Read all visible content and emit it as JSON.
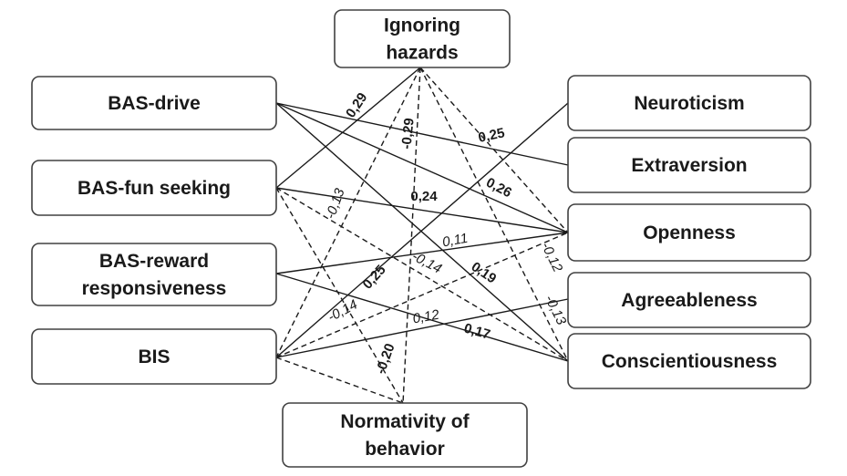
{
  "nodes": {
    "ignoring_hazards": [
      "Ignoring",
      "hazards"
    ],
    "bas_drive": [
      "BAS-drive"
    ],
    "bas_fun_seeking": [
      "BAS-fun seeking"
    ],
    "bas_reward": [
      "BAS-reward",
      "responsiveness"
    ],
    "bis": [
      "BIS"
    ],
    "normativity": [
      "Normativity of",
      "behavior"
    ],
    "neuroticism": [
      "Neuroticism"
    ],
    "extraversion": [
      "Extraversion"
    ],
    "openness": [
      "Openness"
    ],
    "agreeableness": [
      "Agreeableness"
    ],
    "conscientiousness": [
      "Conscientiousness"
    ]
  },
  "edges": [
    {
      "from": "bas_drive",
      "to": "extraversion",
      "style": "solid",
      "label": "0,25",
      "label_style": "bold"
    },
    {
      "from": "bas_drive",
      "to": "openness",
      "style": "solid",
      "label": "0,26",
      "label_style": "bold"
    },
    {
      "from": "bas_drive",
      "to": "conscientiousness",
      "style": "solid",
      "label": "0,19",
      "label_style": "bold"
    },
    {
      "from": "bas_fun_seeking",
      "to": "ignoring_hazards",
      "style": "solid",
      "label": "0,29",
      "label_style": "bold"
    },
    {
      "from": "bas_fun_seeking",
      "to": "openness",
      "style": "solid",
      "label": "0,24",
      "label_style": "bold"
    },
    {
      "from": "bas_fun_seeking",
      "to": "normativity",
      "style": "dashed",
      "label": "-0,13",
      "label_style": "italic"
    },
    {
      "from": "bas_fun_seeking",
      "to": "conscientiousness",
      "style": "dashed",
      "label": "-0,14",
      "label_style": "italic"
    },
    {
      "from": "bas_reward",
      "to": "openness",
      "style": "solid",
      "label": "0,11",
      "label_style": "italic"
    },
    {
      "from": "bas_reward",
      "to": "conscientiousness",
      "style": "solid",
      "label": "0,17",
      "label_style": "bold"
    },
    {
      "from": "bis",
      "to": "neuroticism",
      "style": "solid",
      "label": "0,25",
      "label_style": "bold"
    },
    {
      "from": "bis",
      "to": "agreeableness",
      "style": "solid",
      "label": "0,12",
      "label_style": "italic"
    },
    {
      "from": "bis",
      "to": "openness",
      "style": "dashed",
      "label": "-0,14",
      "label_style": "italic"
    },
    {
      "from": "ignoring_hazards",
      "to": "bis",
      "style": "dashed",
      "label": "-0,29",
      "label_style": "bold"
    },
    {
      "from": "ignoring_hazards",
      "to": "openness",
      "style": "dashed",
      "label": "-0,12",
      "label_style": "italic"
    },
    {
      "from": "ignoring_hazards",
      "to": "conscientiousness",
      "style": "dashed",
      "label": "-0,13",
      "label_style": "italic"
    },
    {
      "from": "ignoring_hazards",
      "to": "normativity",
      "style": "dashed",
      "label": "",
      "label_style": "italic"
    },
    {
      "from": "bis",
      "to": "normativity",
      "style": "dashed",
      "label": "-0,20",
      "label_style": "bold"
    }
  ]
}
